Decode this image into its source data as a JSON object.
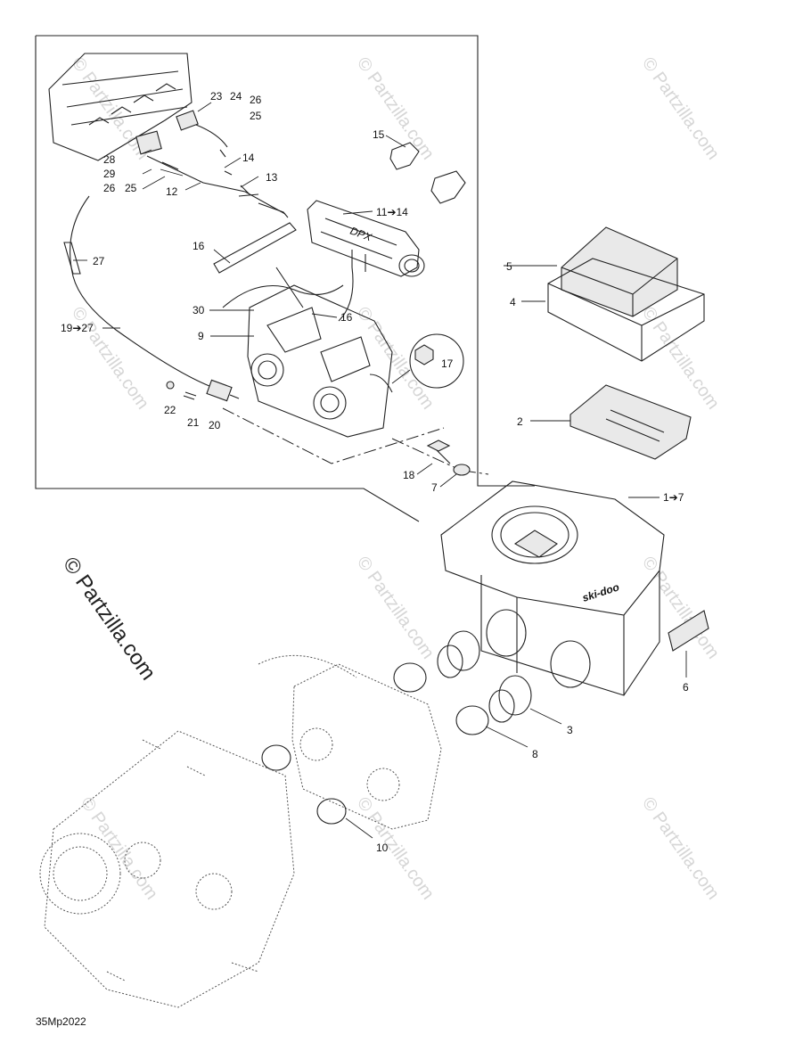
{
  "watermark": {
    "text": "© Partzilla.com",
    "large_text": "© Partzilla.com"
  },
  "footer": {
    "drawing_code": "35Mp2022"
  },
  "callouts": {
    "c23": "23",
    "c24": "24",
    "c26a": "26",
    "c25a": "25",
    "c28": "28",
    "c29": "29",
    "c26b": "26",
    "c25b": "25",
    "c14": "14",
    "c13": "13",
    "c12": "12",
    "c15": "15",
    "c11_14": "11➔14",
    "c16a": "16",
    "c27": "27",
    "c5": "5",
    "c4": "4",
    "c30": "30",
    "c16b": "16",
    "c19_27": "19➔27",
    "c9": "9",
    "c17": "17",
    "c22": "22",
    "c21": "21",
    "c20": "20",
    "c2": "2",
    "c18": "18",
    "c7": "7",
    "c1_7": "1➔7",
    "c6": "6",
    "c3": "3",
    "c8": "8",
    "c10": "10"
  },
  "brand_marks": {
    "rail": "DPX",
    "airbox": "ski-doo"
  }
}
